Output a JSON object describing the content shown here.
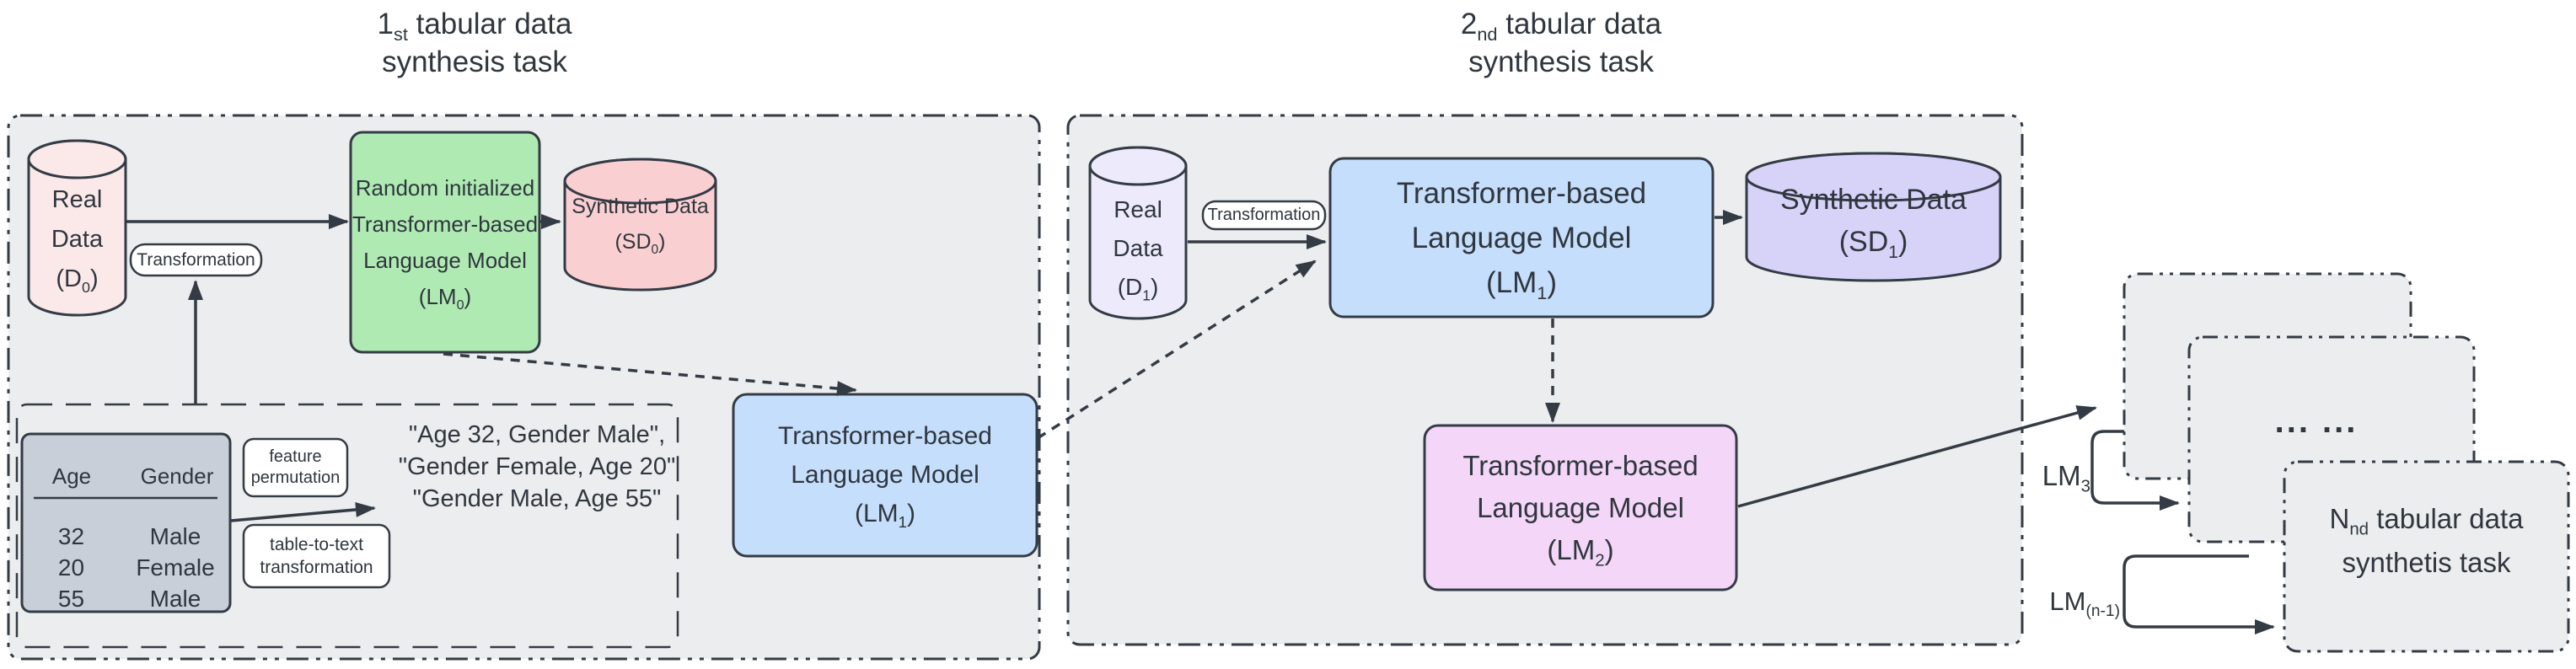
{
  "colors": {
    "stroke": "#333B44",
    "text": "#2F363E",
    "panel_fill": "#ECEDEF",
    "real_data_0_fill": "#FBE9E9",
    "synthetic_data_0_fill": "#FACFD2",
    "lm0_green_fill": "#B0EAB3",
    "lm_blue_fill": "#C5DEFB",
    "real_data_1_fill": "#EDEBFB",
    "synthetic_data_1_fill": "#D7D3F8",
    "lm2_purple_fill": "#F4D6F8",
    "table_fill": "#C9CFD9",
    "label_fill": "#FFFFFF"
  },
  "titles": {
    "task1": {
      "num": "1",
      "ord": "st",
      "rest": " tabular data",
      "line2": "synthesis task"
    },
    "task2": {
      "num": "2",
      "ord": "nd",
      "rest": " tabular data",
      "line2": "synthesis task"
    }
  },
  "panel1": {
    "real_data": {
      "line1": "Real",
      "line2": "Data",
      "paren": "(D",
      "sub": "0",
      "close": ")"
    },
    "transformation": "Transformation",
    "lm0": {
      "line1": "Random initialized",
      "line2": "Transformer-based",
      "line3": "Language Model",
      "paren": "(LM",
      "sub": "0",
      "close": ")"
    },
    "sd0": {
      "line1": "Synthetic Data",
      "paren": "(SD",
      "sub": "0",
      "close": ")"
    },
    "lm1": {
      "line1": "Transformer-based",
      "line2": "Language Model",
      "paren": "(LM",
      "sub": "1",
      "close": ")"
    },
    "table": {
      "headers": [
        "Age",
        "Gender"
      ],
      "col_age": [
        "32",
        "20",
        "55"
      ],
      "col_gender": [
        "Male",
        "Female",
        "Male"
      ]
    },
    "feature_permutation": {
      "line1": "feature",
      "line2": "permutation"
    },
    "table_to_text": {
      "line1": "table-to-text",
      "line2": "transformation"
    },
    "quotes": [
      "\"Age 32, Gender Male\",",
      "\"Gender Female, Age 20\"",
      "\"Gender Male, Age 55\""
    ]
  },
  "panel2": {
    "real_data": {
      "line1": "Real",
      "line2": "Data",
      "paren": "(D",
      "sub": "1",
      "close": ")"
    },
    "transformation": "Transformation",
    "lm1": {
      "line1": "Transformer-based",
      "line2": "Language Model",
      "paren": "(LM",
      "sub": "1",
      "close": ")"
    },
    "sd1": {
      "line1": "Synthetic Data",
      "paren": "(SD",
      "sub": "1",
      "close": ")"
    },
    "lm2": {
      "line1": "Transformer-based",
      "line2": "Language Model",
      "paren": "(LM",
      "sub": "2",
      "close": ")"
    }
  },
  "chain": {
    "ellipsis": "... ...",
    "lm3": {
      "base": "LM",
      "sub": "3"
    },
    "lm_n_minus_1": {
      "base": "LM",
      "sub": "(n-1)"
    },
    "task_n": {
      "num": "N",
      "ord": "nd",
      "rest": " tabular data",
      "line2": "synthetis task"
    }
  }
}
